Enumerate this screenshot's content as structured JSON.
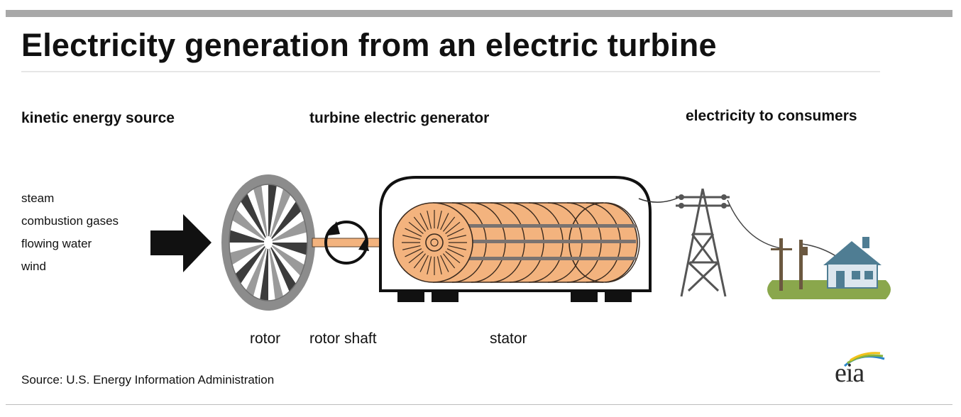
{
  "title": "Electricity generation from an electric turbine",
  "sections": {
    "kinetic": "kinetic energy source",
    "generator": "turbine electric generator",
    "consumers": "electricity to consumers"
  },
  "sources": [
    "steam",
    "combustion gases",
    "flowing water",
    "wind"
  ],
  "parts": {
    "rotor": "rotor",
    "shaft": "rotor shaft",
    "stator": "stator"
  },
  "source_note": "Source: U.S. Energy Information Administration",
  "logo": {
    "text": "eia"
  },
  "colors": {
    "copper": "#f3b37e",
    "copper_line": "#3a2a1e",
    "rotor_ring": "#8c8c8c",
    "rotor_blade_dark": "#3c3c3c",
    "grass": "#8aa74c",
    "house_roof": "#4f7d93",
    "house_wall": "#dce6ee",
    "pole": "#6b5840",
    "logo_blue": "#2a86c8",
    "logo_green": "#8ab43c",
    "logo_yellow": "#f2c21a"
  }
}
